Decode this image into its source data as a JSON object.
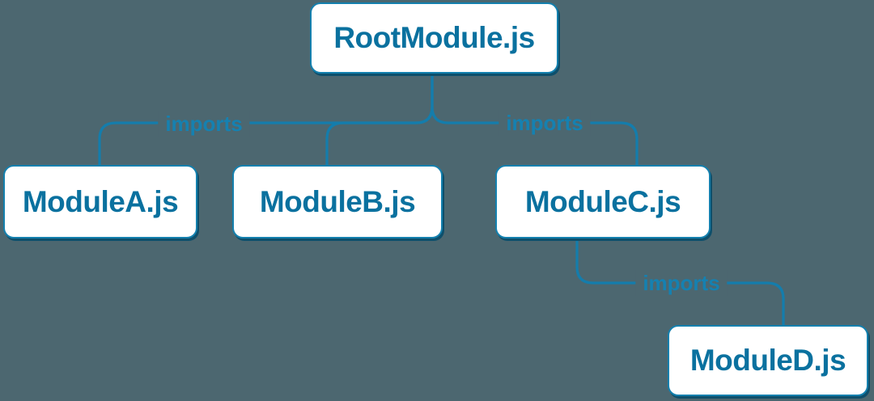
{
  "diagram": {
    "description": "Module dependency tree",
    "nodes": [
      {
        "id": "root",
        "label": "RootModule.js"
      },
      {
        "id": "a",
        "label": "ModuleA.js"
      },
      {
        "id": "b",
        "label": "ModuleB.js"
      },
      {
        "id": "c",
        "label": "ModuleC.js"
      },
      {
        "id": "d",
        "label": "ModuleD.js"
      }
    ],
    "edges": [
      {
        "from": "RootModule.js",
        "to": "ModuleA.js"
      },
      {
        "from": "RootModule.js",
        "to": "ModuleB.js"
      },
      {
        "from": "RootModule.js",
        "to": "ModuleC.js"
      },
      {
        "from": "ModuleC.js",
        "to": "ModuleD.js"
      }
    ],
    "edge_labels": [
      {
        "text": "imports"
      },
      {
        "text": "imports"
      },
      {
        "text": "imports"
      }
    ],
    "colors": {
      "background": "#4c6770",
      "line": "#147dac",
      "node_background": "#ffffff",
      "node_border": "#1480ae",
      "node_shadow": "#0e4f6b",
      "node_text": "#0a719f",
      "edge_label_text": "#1581b1"
    }
  }
}
